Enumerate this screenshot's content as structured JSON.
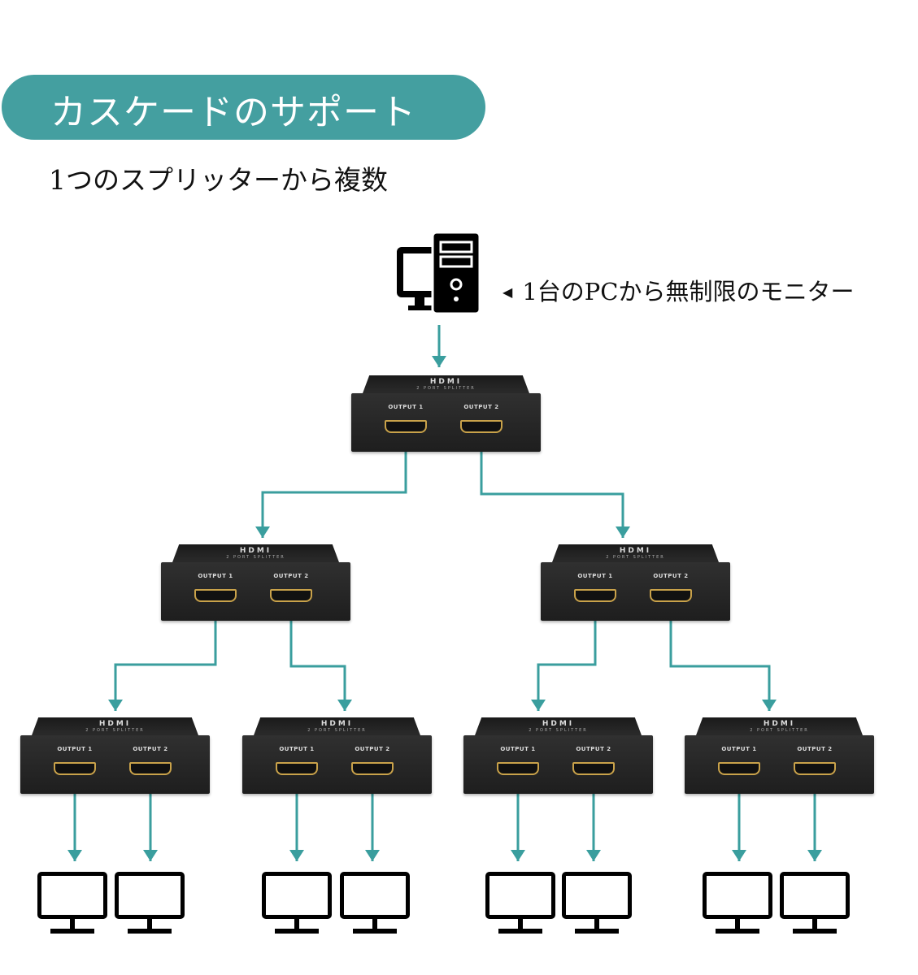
{
  "header": {
    "title": "カスケードのサポート",
    "subtitle": "1つのスプリッターから複数"
  },
  "pc": {
    "icon": "desktop-pc-icon",
    "label": "1台のPCから無制限のモニター",
    "pointer": "◀"
  },
  "splitter": {
    "brand": "HDMI",
    "model": "2 PORT SPLITTER",
    "output1": "OUTPUT 1",
    "output2": "OUTPUT 2"
  },
  "colors": {
    "accent": "#449fa0",
    "wire": "#3a9e9e",
    "port": "#c9a24a"
  }
}
